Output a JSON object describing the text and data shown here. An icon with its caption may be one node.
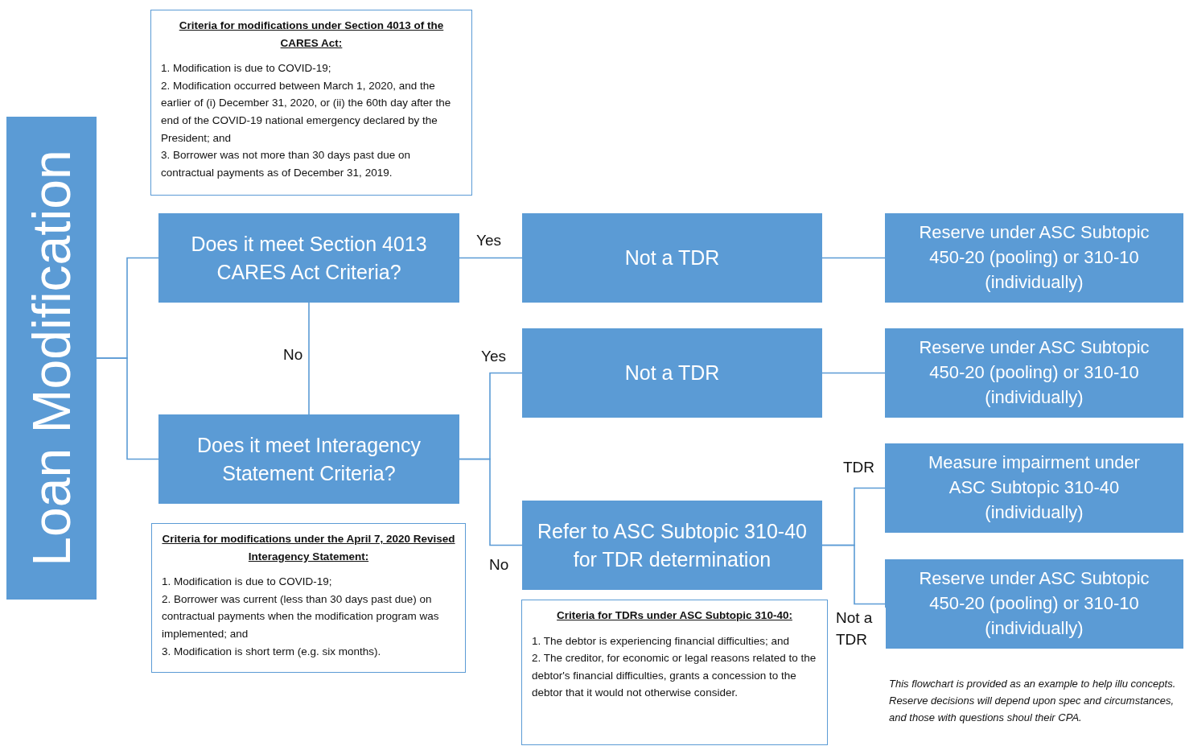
{
  "diagram": {
    "nodes": [
      {
        "text": [
          "Loan Modification"
        ]
      },
      {
        "text": [
          "Criteria for modifications under Section 4013 of the CARES Act:",
          "1. Modification is due to COVID-19;",
          "2. Modification occurred between March 1, 2020, and the earlier of (i) December 31, 2020, or (ii) the 60th day after the end of the COVID-19 national emergency declared by the President; and",
          "3. Borrower was not more than 30 days past due on contractual payments as of December 31, 2019."
        ]
      },
      {
        "text": [
          "Does it meet Section 4013 CARES Act Criteria?"
        ]
      },
      {
        "text": [
          "Not a TDR"
        ]
      },
      {
        "text": [
          "Reserve under ASC Subtopic 450-20 (pooling) or 310-10 (individually)"
        ]
      },
      {
        "text": [
          "Does it meet Interagency Statement Criteria?"
        ]
      },
      {
        "text": [
          "Criteria for modifications under the April 7, 2020 Revised Interagency Statement:",
          "1. Modification is due to COVID-19;",
          "2. Borrower was current (less than 30 days past due) on contractual payments when the modification program was implemented; and",
          "3. Modification is short term (e.g. six months)."
        ]
      },
      {
        "text": [
          "Not a TDR"
        ]
      },
      {
        "text": [
          "Reserve under ASC Subtopic 450-20 (pooling) or 310-10 (individually)"
        ]
      },
      {
        "text": [
          "Refer to ASC Subtopic 310-40 for TDR determination"
        ]
      },
      {
        "text": [
          "Criteria for TDRs under ASC Subtopic 310-40:",
          "1. The debtor is experiencing financial difficulties; and",
          "2. The creditor, for economic or legal reasons related to the debtor's financial difficulties, grants a concession to the debtor that it would not otherwise consider."
        ]
      },
      {
        "text": [
          "Measure impairment under ASC Subtopic 310-40 (individually)"
        ]
      },
      {
        "text": [
          "Reserve under ASC Subtopic 450-20 (pooling) or 310-10 (individually)"
        ]
      }
    ],
    "edges": [
      {
        "from": 0,
        "to": 2,
        "arrow": "none"
      },
      {
        "from": 0,
        "to": 5,
        "arrow": "none"
      },
      {
        "from": 2,
        "to": 3,
        "arrow": "none",
        "label": "Yes"
      },
      {
        "from": 2,
        "to": 5,
        "arrow": "none",
        "label": "No"
      },
      {
        "from": 3,
        "to": 4,
        "arrow": "none"
      },
      {
        "from": 5,
        "to": 7,
        "arrow": "none",
        "label": "Yes"
      },
      {
        "from": 5,
        "to": 9,
        "arrow": "none",
        "label": "No"
      },
      {
        "from": 7,
        "to": 8,
        "arrow": "none"
      },
      {
        "from": 9,
        "to": 11,
        "arrow": "none",
        "label": "TDR"
      },
      {
        "from": 9,
        "to": 12,
        "arrow": "none",
        "label": "Not a TDR"
      }
    ],
    "labels": [
      "This flowchart is provided as an example to help illu concepts. Reserve decisions will depend upon spec and circumstances, and those with questions shoul their CPA."
    ]
  }
}
